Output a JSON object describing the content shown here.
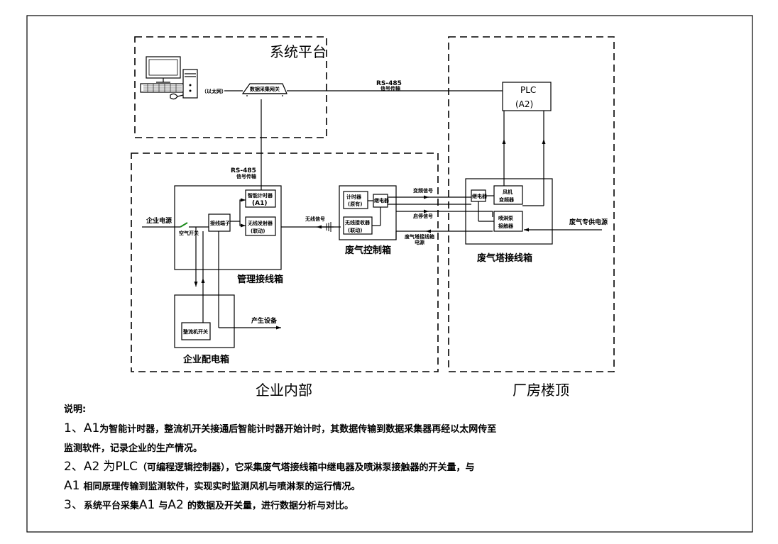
{
  "regions": {
    "system_platform": "系统平台",
    "enterprise_internal": "企业内部",
    "factory_roof": "厂房楼顶"
  },
  "devices": {
    "network_label": "（以太网）",
    "gateway": "数据采集网关",
    "plc_line1": "PLC",
    "plc_line2": "(A2)",
    "timer_a1_line1": "智能计时器",
    "timer_a1_line2": "(A1)",
    "wireless_tx_line1": "无线发射器",
    "wireless_tx_line2": "(联动)",
    "terminal": "接线端子",
    "air_switch": "空气开关",
    "mgmt_box": "管理接线箱",
    "timer_old_line1": "计时器",
    "timer_old_line2": "(原有)",
    "wireless_rx_line1": "无线接收器",
    "wireless_rx_line2": "(联动)",
    "relay": "继电器",
    "exhaust_ctrl_box": "废气控制箱",
    "fan_line1": "风机",
    "fan_line2": "变频器",
    "relay_roof": "继电器",
    "pump_line1": "喷淋泵",
    "pump_line2": "接触器",
    "tower_box": "废气塔接线箱",
    "rectifier_switch": "整流机开关",
    "distribution_box": "企业配电箱"
  },
  "connections": {
    "rs485_top": "RS-485",
    "rs485_top_sub": "信号传输",
    "rs485_mid": "RS-485",
    "rs485_mid_sub": "信号传输",
    "enterprise_power": "企业电源",
    "wireless_signal": "无线信号",
    "vfd_signal": "变频信号",
    "start_stop_signal": "启停信号",
    "exhaust_pump_power_1": "废气塔接线箱",
    "exhaust_pump_power_2": "电源",
    "production_equipment": "产生设备",
    "exhaust_dedicated_power": "废气专供电源"
  },
  "notes": {
    "title": "说明:",
    "n1_prefix": "1、A1",
    "n1_line1": "为智能计时器，整流机开关接通后智能计时器开始计时，其数据传输到数据采集器再经以太网传至",
    "n1_line2": "监测软件，记录企业的生产情况。",
    "n2_prefix": "2、A2",
    "n2_mid": "为PLC",
    "n2_line1": "（可编程逻辑控制器），它采集废气塔接线箱中继电器及喷淋泵接触器的开关量，与",
    "n2_prefix2": "A1",
    "n2_line2": "相同原理传输到监测软件，实现实时监测风机与喷淋泵的运行情况。",
    "n3_prefix": "3、",
    "n3_text_a": "系统平台采集",
    "n3_a1": "A1",
    "n3_text_b": "与",
    "n3_a2": "A2",
    "n3_text_c": "的数据及开关量，进行数据分析与对比。"
  }
}
